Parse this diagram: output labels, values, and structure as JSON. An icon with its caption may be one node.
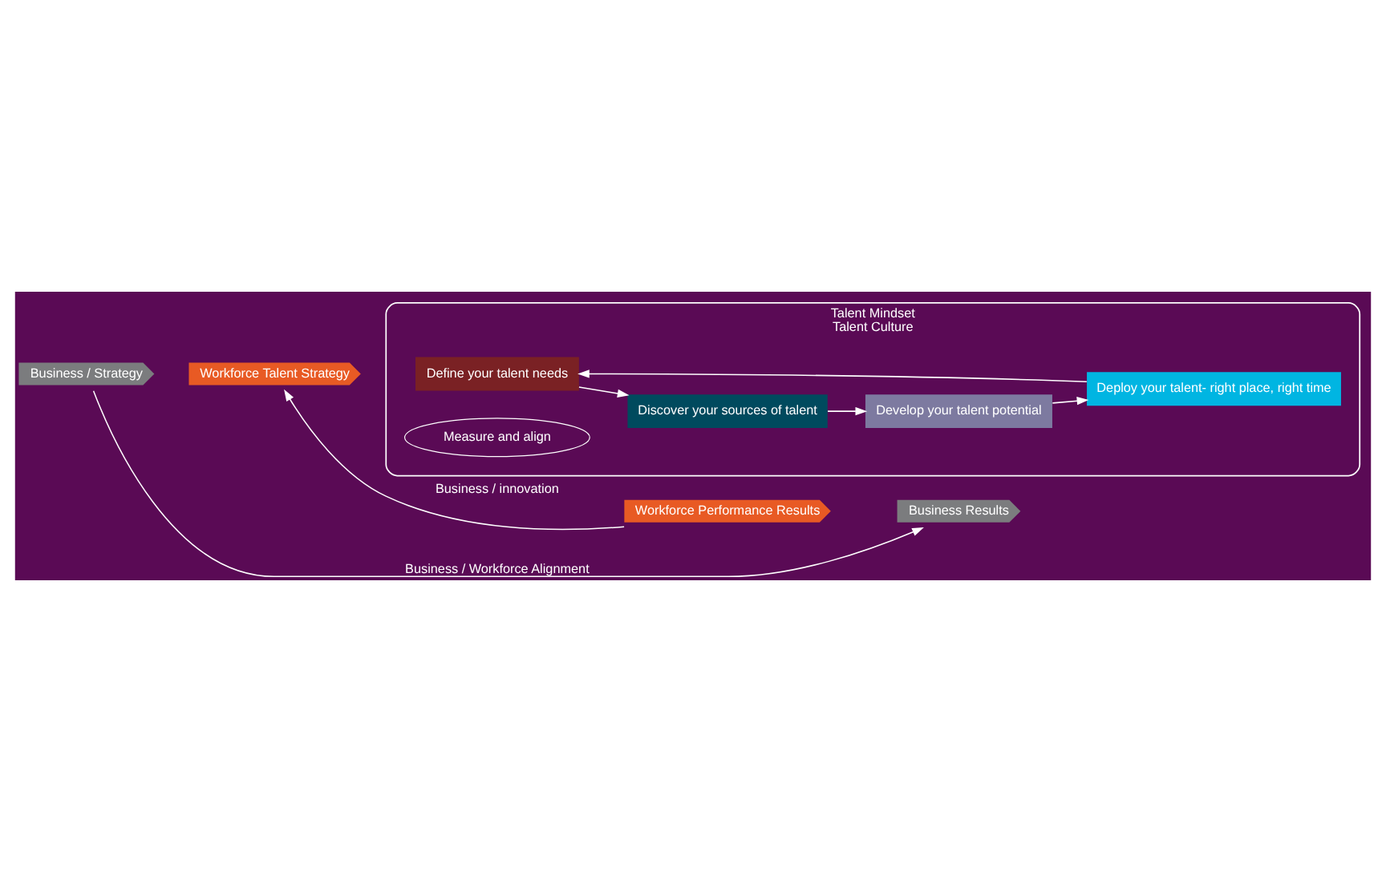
{
  "diagram": {
    "nodes": [
      {
        "text": [
          "Business / Strategy"
        ]
      },
      {
        "text": [
          "Workforce Talent Strategy"
        ]
      },
      {
        "text": [
          "Talent Mindset",
          "Talent Culture"
        ]
      },
      {
        "text": [
          "Define your talent needs"
        ],
        "in": 2
      },
      {
        "text": [
          "Discover your sources of talent"
        ],
        "in": 2
      },
      {
        "text": [
          "Develop your talent potential"
        ],
        "in": 2
      },
      {
        "text": [
          "Deploy your talent- right place, right time"
        ],
        "in": 2
      },
      {
        "text": [
          "Measure and align"
        ],
        "in": 2
      },
      {
        "text": [
          "Workforce Performance Results"
        ]
      },
      {
        "text": [
          "Business Results"
        ]
      }
    ],
    "edges": [
      {
        "from": 0,
        "to": 9,
        "label": "Business / Workforce Alignment",
        "arrow": "to"
      },
      {
        "from": 8,
        "to": 1,
        "label": "Business / innovation",
        "arrow": "to"
      },
      {
        "from": 3,
        "to": 4,
        "arrow": "to"
      },
      {
        "from": 4,
        "to": 5,
        "arrow": "to"
      },
      {
        "from": 5,
        "to": 6,
        "arrow": "to"
      },
      {
        "from": 6,
        "to": 3,
        "arrow": "to"
      }
    ]
  }
}
